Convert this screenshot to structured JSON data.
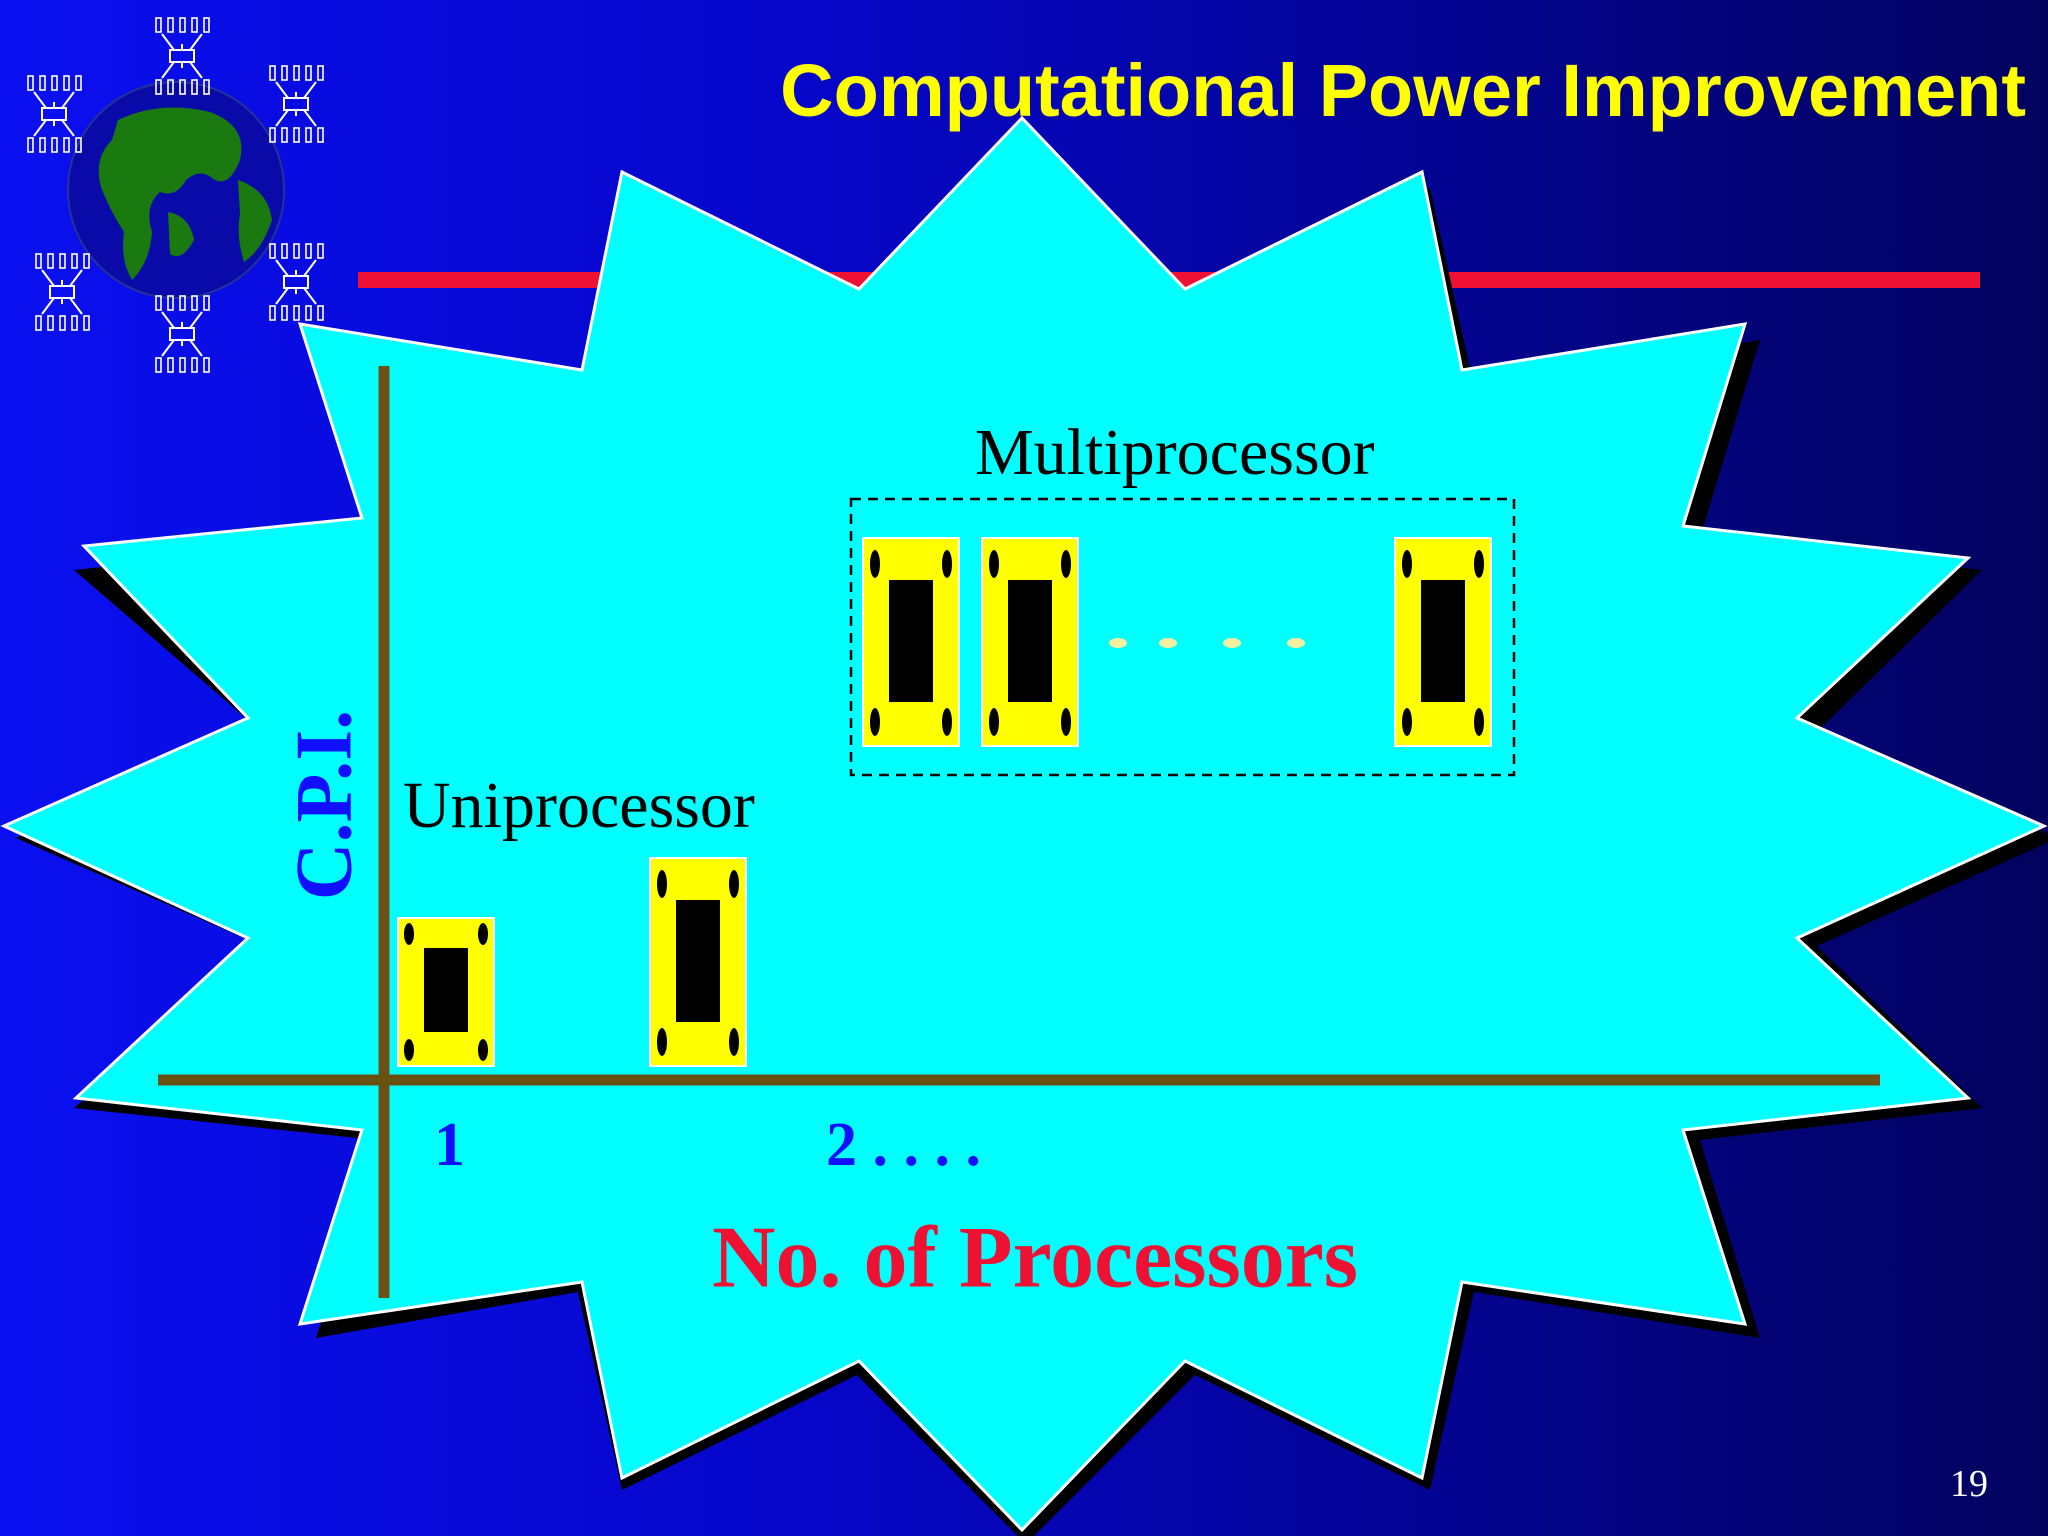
{
  "slide": {
    "title": "Computational Power Improvement",
    "page_number": "19"
  },
  "diagram": {
    "multiprocessor_label": "Multiprocessor",
    "uniprocessor_label": "Uniprocessor",
    "y_axis_label": "C.P.I.",
    "x_axis_label": "No. of Processors",
    "x_ticks": [
      "1",
      "2 .  .  .  ."
    ]
  },
  "colors": {
    "background": "#0606c8",
    "burst_fill": "#00ffff",
    "title_text": "#ffff00",
    "accent_line": "#ee1133",
    "axis": "#6b5214",
    "chip_fill": "#ffff00",
    "chip_core": "#000000",
    "cpi_text": "#1010ff",
    "xlabel_text": "#ee1133"
  },
  "icons": [
    "globe-network-icon"
  ]
}
